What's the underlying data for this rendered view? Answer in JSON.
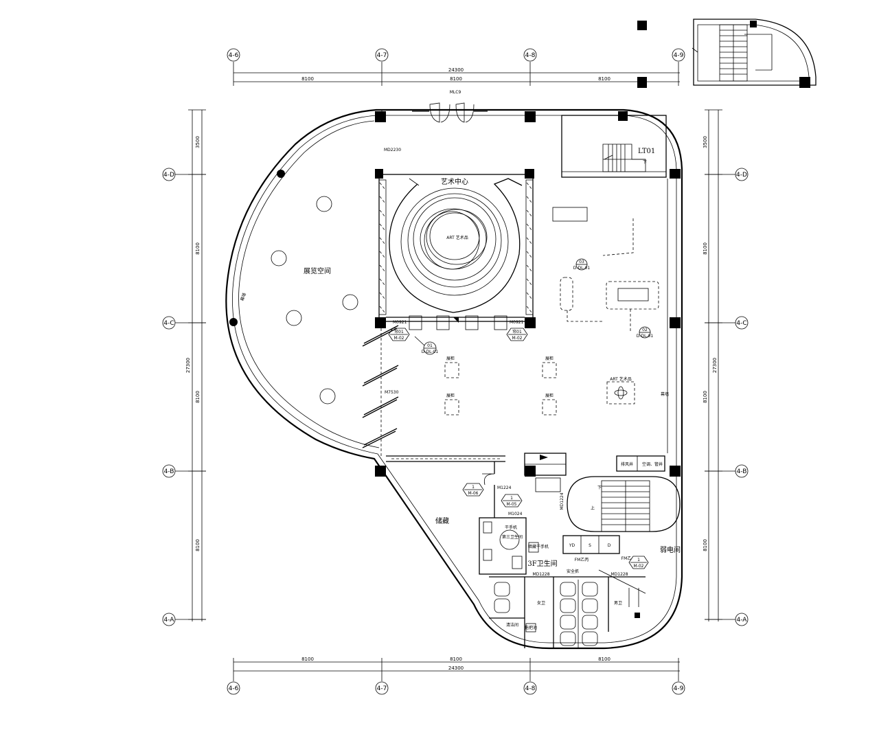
{
  "grid": {
    "columns": [
      "4-6",
      "4-7",
      "4-8",
      "4-9"
    ],
    "rows": [
      "4-D",
      "4-C",
      "4-B",
      "4-A"
    ]
  },
  "dimensions": {
    "top_total": "24300",
    "top_spans": [
      "8100",
      "8100",
      "8100"
    ],
    "bottom_total": "24300",
    "bottom_spans": [
      "8100",
      "8100",
      "8100"
    ],
    "left_total": "27300",
    "left_spans": [
      "3500",
      "8100",
      "8100",
      "8100"
    ],
    "right_total": "27300",
    "right_spans": [
      "3500",
      "8100",
      "8100",
      "8100"
    ]
  },
  "rooms": {
    "art_center": "艺术中心",
    "exhibition": "展览空间",
    "storage": "储藏",
    "third_toilet": "第三卫生间",
    "toilet_3f": "3F卫生间",
    "female": "女卫",
    "male": "男卫",
    "cleaning": "清洁间",
    "weak_electric": "弱电间",
    "exhaust_shaft": "排风井",
    "ac_shaft": "空调、管井"
  },
  "labels": {
    "stair_lt01": "LT01",
    "down_1": "下",
    "down_2": "下",
    "up": "上",
    "art_piece_1": "ART 艺术品",
    "art_piece_2": "ART 艺术品",
    "curtain_wall_1": "幕墙",
    "curtain_wall_2": "幕墙",
    "door_mlc9": "MLC9",
    "door_md2230": "MD2230",
    "door_m0921_a": "M0921",
    "door_m0921_b": "M0921",
    "door_m7530": "M7530",
    "door_m1224": "M1224",
    "door_m1024": "M1024",
    "door_md1228_a": "MD1228",
    "door_md1228_b": "MD1228",
    "door_md1224": "MD1224",
    "door_fm2": "FM乙丙",
    "door_fmz": "FM乙",
    "showcase_1": "展柜",
    "showcase_2": "展柜",
    "showcase_3": "展柜",
    "showcase_4": "展柜",
    "hand_dryer_1": "干手机",
    "hand_dryer_2": "暗藏干手机",
    "safety_handle": "安全抓",
    "mop_sink": "拖把池",
    "cab_yd": "YD",
    "cab_s": "S",
    "cab_d": "D"
  },
  "tags": {
    "t1_top": "帘01",
    "t1_bot": "M-02",
    "t2_top": "帘01",
    "t2_bot": "M-02",
    "t3_top": "1",
    "t3_bot": "M-06",
    "t4_top": "1",
    "t4_bot": "M-05",
    "t5_top": "1",
    "t5_bot": "M-02"
  },
  "details": {
    "d1_top": "01",
    "d1_bot": "D-DL-01",
    "d2_top": "02",
    "d2_bot": "D-DL-01",
    "d3_top": "03",
    "d3_bot": "D-DL-01"
  }
}
